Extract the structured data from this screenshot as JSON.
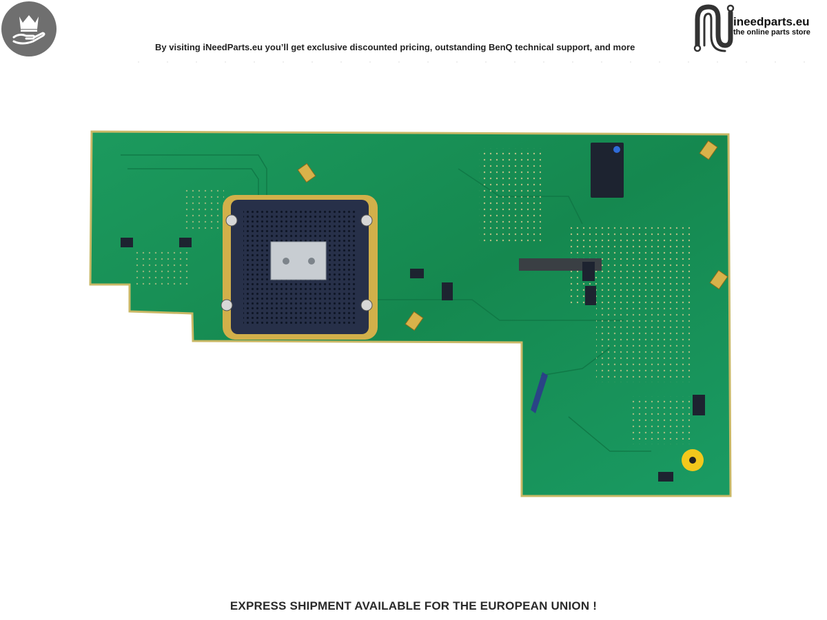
{
  "header": {
    "tagline": "By visiting iNeedParts.eu you’ll get exclusive discounted pricing, outstanding BenQ technical support, and more",
    "logo_name": "ineedparts.eu",
    "logo_subtitle": "the online parts store",
    "badge_icon": "crown-hand-icon"
  },
  "product": {
    "image_icon": "circuit-board-icon",
    "board_color": "#18945a",
    "socket_color": "#2b3550"
  },
  "footer": {
    "text": "EXPRESS SHIPMENT AVAILABLE FOR THE EUROPEAN UNION !"
  }
}
